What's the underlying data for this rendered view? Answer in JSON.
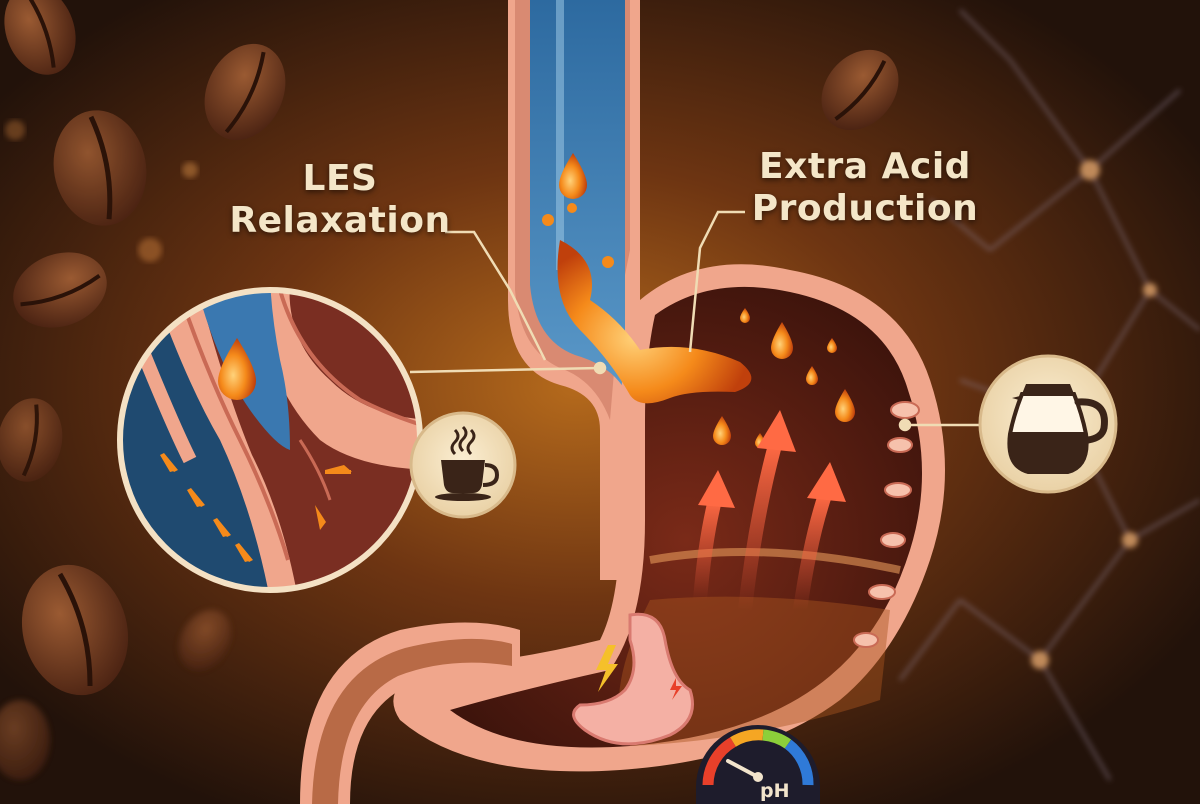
{
  "labels": {
    "les_relaxation": "LES\nRelaxation",
    "extra_acid": "Extra Acid\nProduction",
    "ph": "pH"
  },
  "icons": {
    "left_badge": "coffee-cup-icon",
    "right_badge": "coffee-pot-icon",
    "gauge": "ph-gauge-icon",
    "small_organ": "stomach-icon"
  },
  "colors": {
    "background": "#2a160c",
    "tissue": "#f0a68c",
    "tissue_dark": "#c96a55",
    "esophagus_fluid": "#3a78b0",
    "acid": "#f08a1e",
    "arrow": "#f05a3c",
    "stomach_interior": "#5a1d12",
    "label_text": "#f4e6c8"
  }
}
